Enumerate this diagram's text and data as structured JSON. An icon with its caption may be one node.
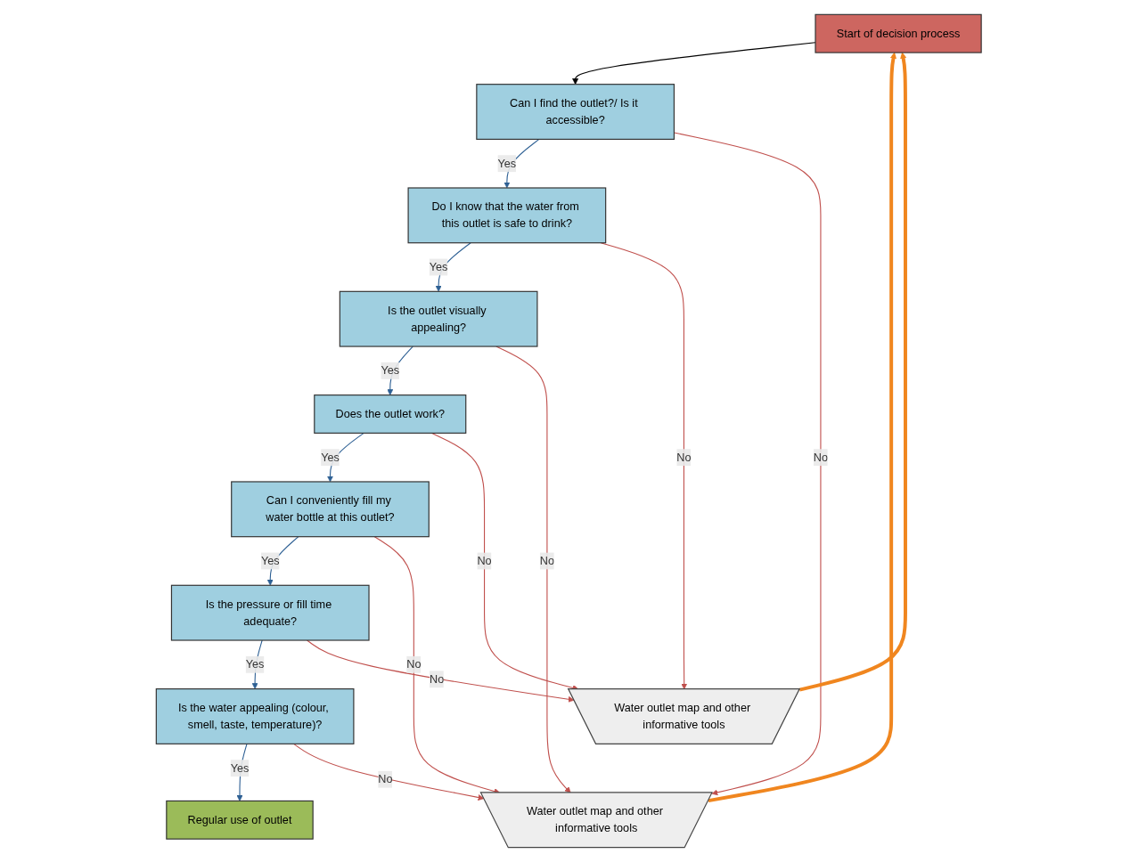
{
  "diagram": {
    "nodes": [
      {
        "text": [
          "Start of decision process"
        ]
      },
      {
        "text": [
          "Can I find the outlet?/ Is it accessible?"
        ]
      },
      {
        "text": [
          "Do I know that the water from this outlet is safe to drink?"
        ]
      },
      {
        "text": [
          "Is the outlet visually appealing?"
        ]
      },
      {
        "text": [
          "Does the outlet work?"
        ]
      },
      {
        "text": [
          "Can I conveniently fill my water bottle at this outlet?"
        ]
      },
      {
        "text": [
          "Is the pressure or fill time adequate?"
        ]
      },
      {
        "text": [
          "Is the water appealing (colour, smell, taste, temperature)?"
        ]
      },
      {
        "text": [
          "Water outlet map and other informative tools"
        ]
      },
      {
        "text": [
          "Regular use of outlet"
        ]
      },
      {
        "text": [
          "Water outlet map and other informative tools"
        ]
      }
    ],
    "edges": [
      {
        "from": 0,
        "to": 1,
        "arrow": "to",
        "color": "#000000"
      },
      {
        "from": 1,
        "to": 2,
        "arrow": "to",
        "label": "Yes",
        "color": "#2e6094"
      },
      {
        "from": 2,
        "to": 3,
        "arrow": "to",
        "label": "Yes",
        "color": "#2e6094"
      },
      {
        "from": 3,
        "to": 4,
        "arrow": "to",
        "label": "Yes",
        "color": "#2e6094"
      },
      {
        "from": 4,
        "to": 5,
        "arrow": "to",
        "label": "Yes",
        "color": "#2e6094"
      },
      {
        "from": 5,
        "to": 6,
        "arrow": "to",
        "label": "Yes",
        "color": "#2e6094"
      },
      {
        "from": 6,
        "to": 7,
        "arrow": "to",
        "label": "Yes",
        "color": "#2e6094"
      },
      {
        "from": 7,
        "to": 9,
        "arrow": "to",
        "label": "Yes",
        "color": "#2e6094"
      },
      {
        "from": 1,
        "to": 8,
        "arrow": "to",
        "label": "No",
        "color": "#c0504d"
      },
      {
        "from": 3,
        "to": 8,
        "arrow": "to",
        "label": "No",
        "color": "#c0504d"
      },
      {
        "from": 5,
        "to": 8,
        "arrow": "to",
        "label": "No",
        "color": "#c0504d"
      },
      {
        "from": 7,
        "to": 8,
        "arrow": "to",
        "label": "No",
        "color": "#c0504d"
      },
      {
        "from": 2,
        "to": 10,
        "arrow": "to",
        "label": "No",
        "color": "#c0504d"
      },
      {
        "from": 4,
        "to": 10,
        "arrow": "to",
        "label": "No",
        "color": "#c0504d"
      },
      {
        "from": 6,
        "to": 10,
        "arrow": "to",
        "label": "No",
        "color": "#c0504d"
      },
      {
        "from": 8,
        "to": 0,
        "arrow": "to",
        "style": "thick",
        "color": "#f0861f"
      },
      {
        "from": 10,
        "to": 0,
        "arrow": "to",
        "style": "thick",
        "color": "#f0861f"
      }
    ]
  }
}
